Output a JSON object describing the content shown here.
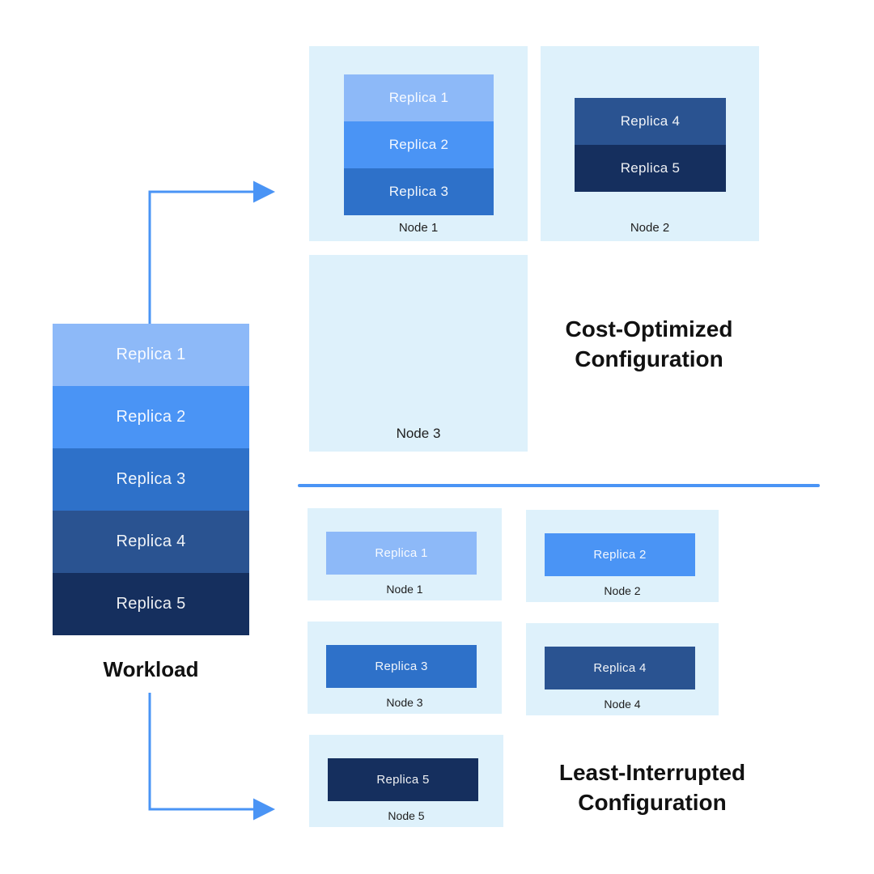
{
  "colors": {
    "accent": "#4a94f5",
    "node_bg": "#def1fb",
    "replica1": "#8db9f8",
    "replica2": "#4a94f5",
    "replica3": "#2e71c9",
    "replica4": "#2a5391",
    "replica5": "#152f5e"
  },
  "workload": {
    "label": "Workload",
    "replicas": [
      {
        "label": "Replica 1",
        "color": "#8db9f8"
      },
      {
        "label": "Replica 2",
        "color": "#4a94f5"
      },
      {
        "label": "Replica 3",
        "color": "#2e71c9"
      },
      {
        "label": "Replica 4",
        "color": "#2a5391"
      },
      {
        "label": "Replica 5",
        "color": "#152f5e"
      }
    ]
  },
  "cost_optimized": {
    "title_line1": "Cost-Optimized",
    "title_line2": "Configuration",
    "nodes": [
      {
        "label": "Node 1",
        "replicas": [
          {
            "label": "Replica 1",
            "color": "#8db9f8"
          },
          {
            "label": "Replica 2",
            "color": "#4a94f5"
          },
          {
            "label": "Replica 3",
            "color": "#2e71c9"
          }
        ]
      },
      {
        "label": "Node 2",
        "replicas": [
          {
            "label": "Replica 4",
            "color": "#2a5391"
          },
          {
            "label": "Replica 5",
            "color": "#152f5e"
          }
        ]
      },
      {
        "label": "Node 3",
        "replicas": []
      }
    ]
  },
  "least_interrupted": {
    "title_line1": "Least-Interrupted",
    "title_line2": "Configuration",
    "nodes": [
      {
        "label": "Node 1",
        "replica": {
          "label": "Replica 1",
          "color": "#8db9f8"
        }
      },
      {
        "label": "Node 2",
        "replica": {
          "label": "Replica 2",
          "color": "#4a94f5"
        }
      },
      {
        "label": "Node 3",
        "replica": {
          "label": "Replica 3",
          "color": "#2e71c9"
        }
      },
      {
        "label": "Node 4",
        "replica": {
          "label": "Replica 4",
          "color": "#2a5391"
        }
      },
      {
        "label": "Node 5",
        "replica": {
          "label": "Replica 5",
          "color": "#152f5e"
        }
      }
    ]
  }
}
